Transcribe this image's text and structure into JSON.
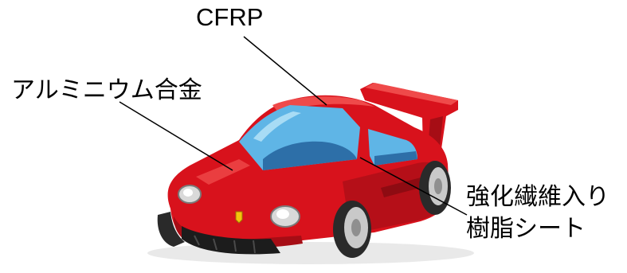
{
  "labels": {
    "cfrp": "CFRP",
    "aluminum_alloy": "アルミニウム合金",
    "frp_sheet_line1": "強化繊維入り",
    "frp_sheet_line2": "樹脂シート"
  },
  "colors": {
    "body_red": "#d8121c",
    "body_shadow": "#a60d15",
    "body_highlight": "#ef4a4a",
    "glass_blue": "#5fb5e6",
    "glass_dark": "#2d6fa8",
    "tire": "#2a2a2a",
    "wheel": "#c9c9c9",
    "leader_line": "#000000"
  },
  "icons": {
    "car": "red-sports-car-illustration",
    "emblem": "yellow-emblem"
  }
}
